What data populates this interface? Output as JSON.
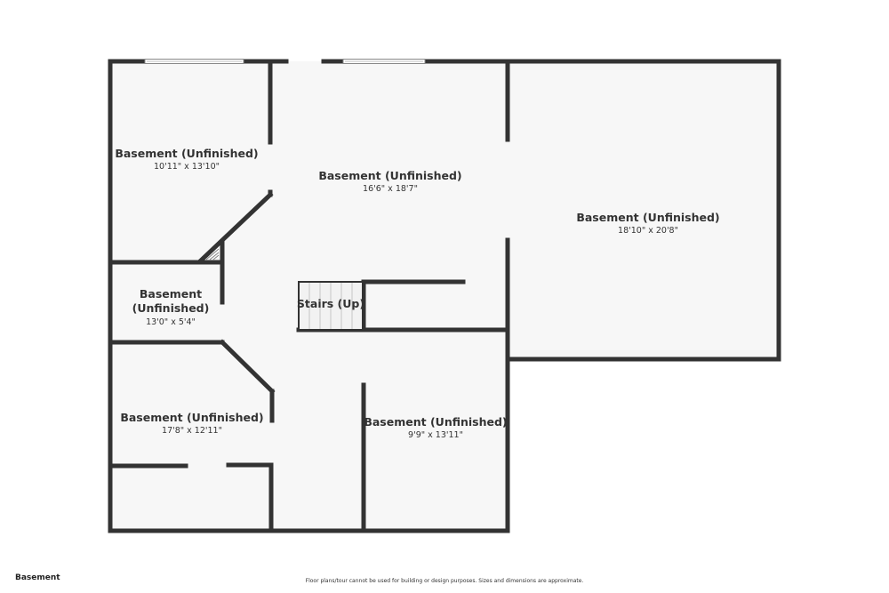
{
  "floor_label": "Basement",
  "disclaimer": "Floor plans/tour cannot be used for building or design purposes. Sizes and dimensions are approximate.",
  "rooms": [
    {
      "name": "Basement (Unfinished)",
      "dimensions": "10'11\" x 13'10\""
    },
    {
      "name": "Basement (Unfinished)",
      "dimensions": "16'6\" x 18'7\""
    },
    {
      "name": "Basement (Unfinished)",
      "dimensions": "18'10\" x 20'8\""
    },
    {
      "name_line1": "Basement",
      "name_line2": "(Unfinished)",
      "dimensions": "13'0\" x 5'4\""
    },
    {
      "name": "Stairs (Up)"
    },
    {
      "name": "Basement (Unfinished)",
      "dimensions": "17'8\" x 12'11\""
    },
    {
      "name": "Basement (Unfinished)",
      "dimensions": "9'9\" x 13'11\""
    }
  ],
  "colors": {
    "wall": "#333333",
    "floor": "#f7f7f7",
    "window": "#bbbbbb"
  }
}
